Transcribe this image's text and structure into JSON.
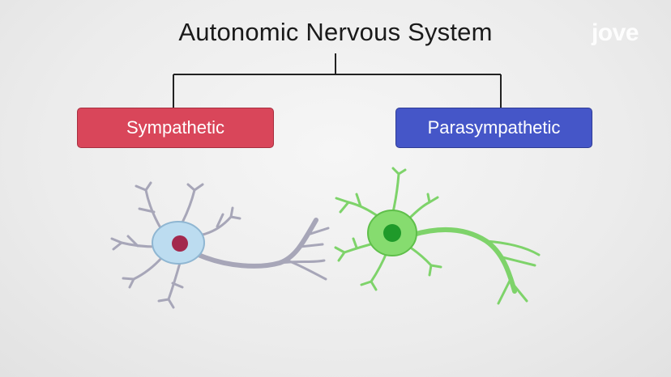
{
  "title": "Autonomic Nervous System",
  "logo": "jove",
  "branches": {
    "left": {
      "label": "Sympathetic",
      "color": "#d9465a"
    },
    "right": {
      "label": "Parasympathetic",
      "color": "#4556c8"
    }
  },
  "neurons": {
    "left": {
      "body_color": "#bcdcf0",
      "nucleus_color": "#a3284d",
      "process_color": "#a7a6b8"
    },
    "right": {
      "body_color": "#86dc6f",
      "nucleus_color": "#1f9a2a",
      "process_color": "#7ed36a"
    }
  }
}
